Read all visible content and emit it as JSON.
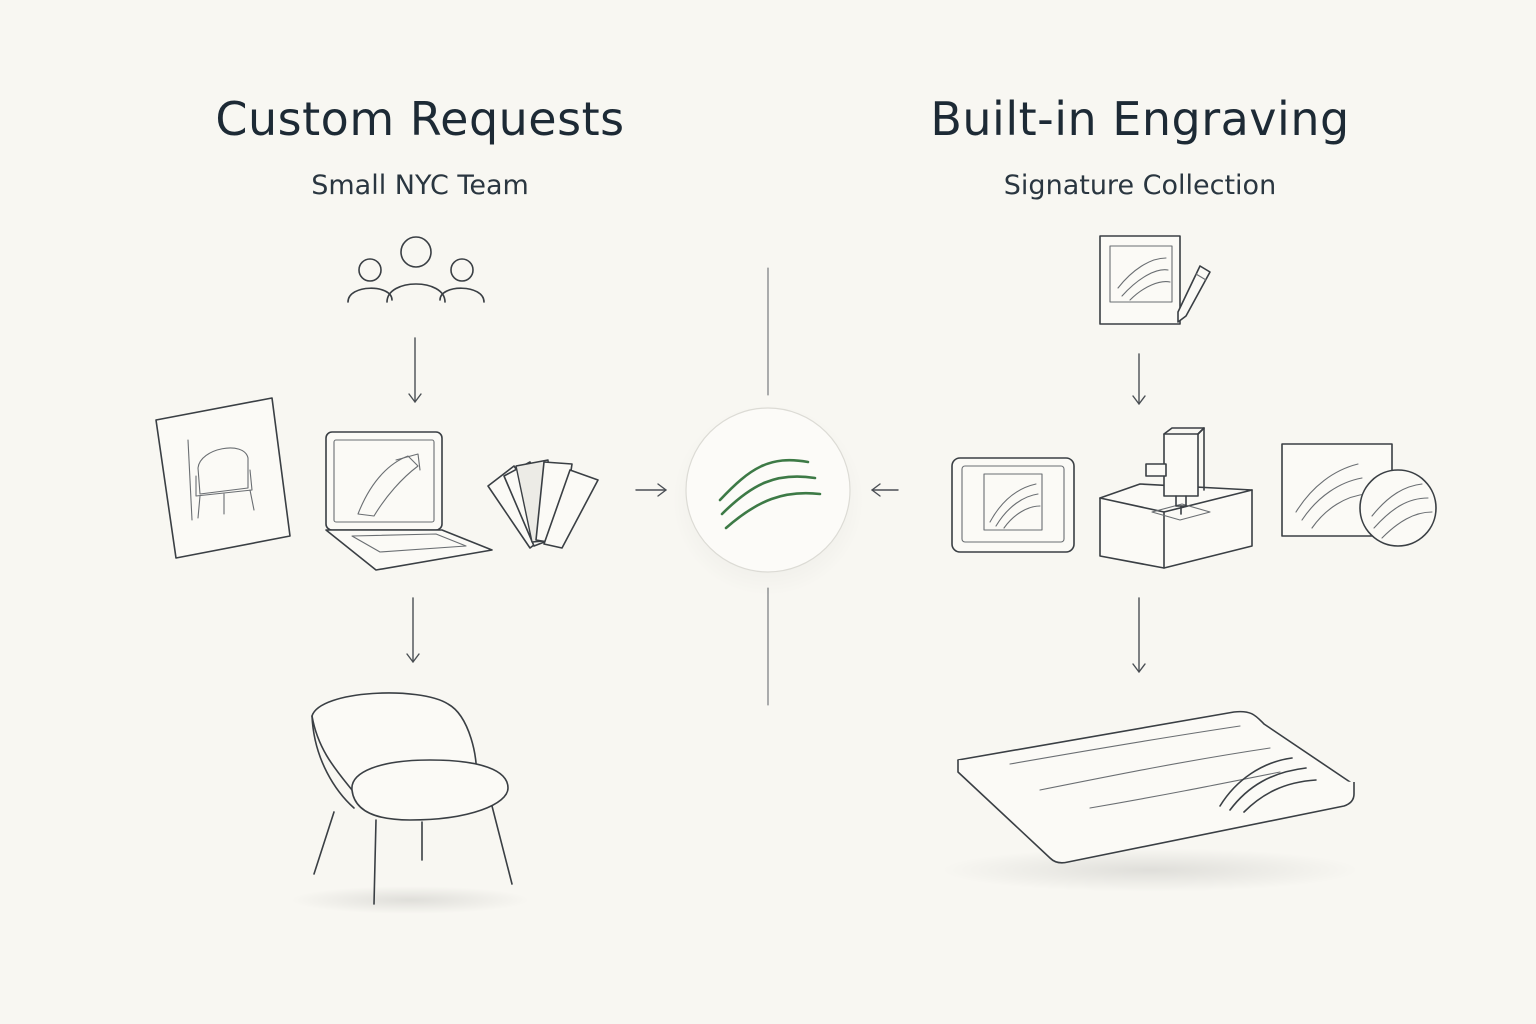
{
  "left": {
    "title": "Custom Requests",
    "subtitle": "Small NYC Team"
  },
  "right": {
    "title": "Built-in Engraving",
    "subtitle": "Signature Collection"
  },
  "colors": {
    "background": "#f8f7f2",
    "ink": "#1d2a35",
    "line": "#3a3f44",
    "accent_green": "#3d7a46"
  },
  "icons": {
    "team": "people-group-icon",
    "sketch": "chair-sketch-icon",
    "laptop": "laptop-design-icon",
    "swatches": "material-swatches-icon",
    "chair": "armchair-icon",
    "signature": "signature-card-icon",
    "tablet": "tablet-design-icon",
    "engraver": "engraving-machine-icon",
    "sample": "engraved-sample-icon",
    "tabletop": "engraved-tabletop-icon",
    "emblem": "wave-emblem-icon"
  }
}
